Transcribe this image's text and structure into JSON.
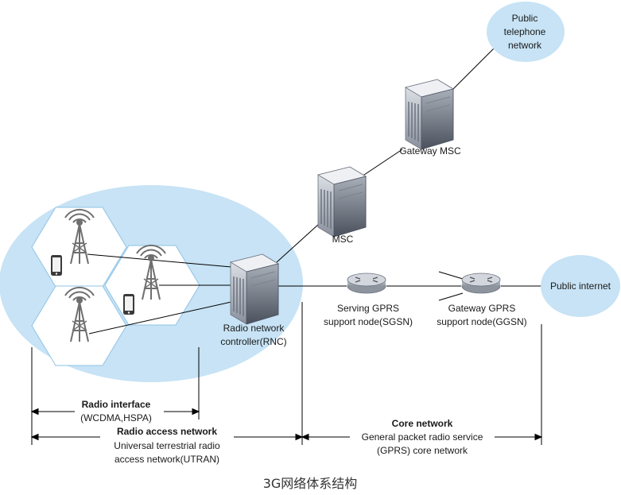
{
  "caption": "3G网络体系结构",
  "clouds": {
    "pstn": [
      "Public",
      "telephone",
      "network"
    ],
    "internet": "Public internet"
  },
  "nodes": {
    "gmsc": "Gateway MSC",
    "msc": "MSC",
    "rnc": [
      "Radio network",
      "controller(RNC)"
    ],
    "sgsn": [
      "Serving GPRS",
      "support node(SGSN)"
    ],
    "ggsn": [
      "Gateway GPRS",
      "support node(GGSN)"
    ]
  },
  "spans": {
    "radio_interface": {
      "title": "Radio interface",
      "sub": "(WCDMA,HSPA)"
    },
    "ran": {
      "title": "Radio access network",
      "sub": [
        "Universal terrestrial radio",
        "access network(UTRAN)"
      ]
    },
    "core": {
      "title": "Core network",
      "sub": [
        "General packet radio service",
        "(GPRS) core network"
      ]
    }
  },
  "colors": {
    "cloud": "#c7e3f5",
    "hex_stroke": "#8fc3e6",
    "server_light": "#d8dce3",
    "server_dark": "#5a6270",
    "router": "#b4bac4"
  }
}
